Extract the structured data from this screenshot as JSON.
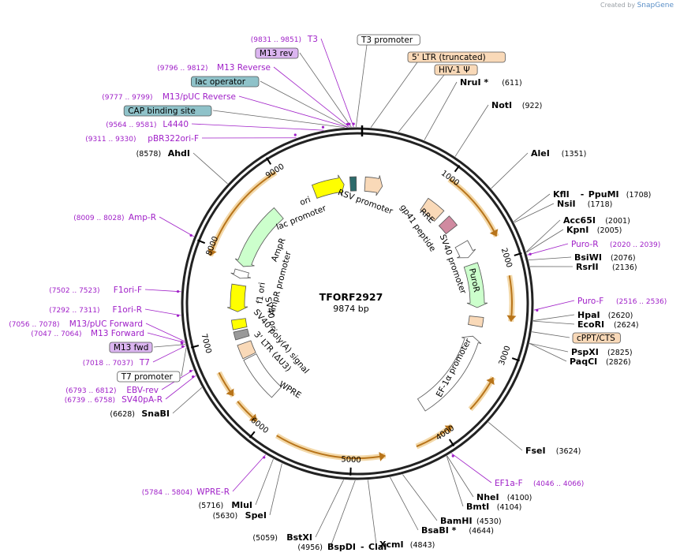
{
  "brand": {
    "created_by": "Created by",
    "name": "SnapGene"
  },
  "plasmid": {
    "name": "TFORF2927",
    "size_label": "9874 bp",
    "length": 9874
  },
  "colors": {
    "primer": "#a020c8",
    "orf": "#e8a33a",
    "promoter_fill": "#ffffff",
    "ltr_fill": "#f9d9b8",
    "amp_fill": "#ccffcc",
    "ori_fill": "#ffff00",
    "grey_fill": "#999999",
    "gp41_fill": "#d08aa0",
    "m13_fill": "#dbb5f0",
    "cap_fill": "#8fc2c9",
    "lac_op_fill": "#8fc2c9"
  },
  "ticks": [
    {
      "pos": 1000,
      "label": "1000"
    },
    {
      "pos": 2000,
      "label": "2000"
    },
    {
      "pos": 3000,
      "label": "3000"
    },
    {
      "pos": 4000,
      "label": "4000"
    },
    {
      "pos": 5000,
      "label": "5000"
    },
    {
      "pos": 6000,
      "label": "6000"
    },
    {
      "pos": 7000,
      "label": "7000"
    },
    {
      "pos": 8000,
      "label": "8000"
    },
    {
      "pos": 9000,
      "label": "9000"
    }
  ],
  "right_labels": [
    {
      "name": "NruI *",
      "pos": "(611)",
      "site": 611,
      "type": "enzyme"
    },
    {
      "name": "NotI",
      "pos": "(922)",
      "site": 922,
      "type": "enzyme"
    },
    {
      "name": "AleI",
      "pos": "(1351)",
      "site": 1351,
      "type": "enzyme"
    },
    {
      "name": "KflI",
      "extra": "PpuMI",
      "pos": "(1708)",
      "site": 1708,
      "type": "enzyme"
    },
    {
      "name": "NsiI",
      "pos": "(1718)",
      "site": 1718,
      "type": "enzyme"
    },
    {
      "name": "Acc65I",
      "pos": "(2001)",
      "site": 2001,
      "type": "enzyme"
    },
    {
      "name": "KpnI",
      "pos": "(2005)",
      "site": 2005,
      "type": "enzyme"
    },
    {
      "name": "Puro-R",
      "pos": "(2020 .. 2039)",
      "site": 2030,
      "type": "primer"
    },
    {
      "name": "BsiWI",
      "pos": "(2076)",
      "site": 2076,
      "type": "enzyme"
    },
    {
      "name": "RsrII",
      "pos": "(2136)",
      "site": 2136,
      "type": "enzyme"
    },
    {
      "name": "Puro-F",
      "pos": "(2516 .. 2536)",
      "site": 2526,
      "type": "primer"
    },
    {
      "name": "HpaI",
      "pos": "(2620)",
      "site": 2620,
      "type": "enzyme"
    },
    {
      "name": "EcoRI",
      "pos": "(2624)",
      "site": 2624,
      "type": "enzyme"
    },
    {
      "name": "cPPT/CTS",
      "site": 2720,
      "type": "feature"
    },
    {
      "name": "PspXI",
      "pos": "(2825)",
      "site": 2825,
      "type": "enzyme"
    },
    {
      "name": "PaqCI",
      "pos": "(2826)",
      "site": 2826,
      "type": "enzyme"
    },
    {
      "name": "FseI",
      "pos": "(3624)",
      "site": 3624,
      "type": "enzyme"
    },
    {
      "name": "EF1a-F",
      "pos": "(4046 .. 4066)",
      "site": 4056,
      "type": "primer"
    },
    {
      "name": "NheI",
      "pos": "(4100)",
      "site": 4100,
      "type": "enzyme"
    },
    {
      "name": "BmtI",
      "pos": "(4104)",
      "site": 4104,
      "type": "enzyme"
    },
    {
      "name": "BamHI",
      "pos": "(4530)",
      "site": 4530,
      "type": "enzyme"
    },
    {
      "name": "BsaBI *",
      "pos": "(4644)",
      "site": 4644,
      "type": "enzyme"
    },
    {
      "name": "XcmI",
      "pos": "(4843)",
      "site": 4843,
      "type": "enzyme"
    }
  ],
  "left_labels": [
    {
      "name": "T3",
      "pos": "(9831 .. 9851)",
      "site": 9841,
      "type": "primer"
    },
    {
      "name": "M13 rev",
      "site": 9820,
      "type": "feature_m13"
    },
    {
      "name": "M13 Reverse",
      "pos": "(9796 .. 9812)",
      "site": 9804,
      "type": "primer"
    },
    {
      "name": "lac operator",
      "site": 9790,
      "type": "feature_cap"
    },
    {
      "name": "M13/pUC Reverse",
      "pos": "(9777 .. 9799)",
      "site": 9788,
      "type": "primer"
    },
    {
      "name": "CAP binding site",
      "site": 9760,
      "type": "feature_cap"
    },
    {
      "name": "L4440",
      "pos": "(9564 .. 9581)",
      "site": 9572,
      "type": "primer"
    },
    {
      "name": "pBR322ori-F",
      "pos": "(9311 .. 9330)",
      "site": 9320,
      "type": "primer"
    },
    {
      "name": "AhdI",
      "pos": "(8578)",
      "site": 8578,
      "type": "enzyme"
    },
    {
      "name": "Amp-R",
      "pos": "(8009 .. 8028)",
      "site": 8018,
      "type": "primer"
    },
    {
      "name": "F1ori-F",
      "pos": "(7502 .. 7523)",
      "site": 7512,
      "type": "primer"
    },
    {
      "name": "F1ori-R",
      "pos": "(7292 .. 7311)",
      "site": 7301,
      "type": "primer"
    },
    {
      "name": "M13/pUC Forward",
      "pos": "(7056 .. 7078)",
      "site": 7067,
      "type": "primer"
    },
    {
      "name": "M13 Forward",
      "pos": "(7047 .. 7064)",
      "site": 7055,
      "type": "primer"
    },
    {
      "name": "M13 fwd",
      "site": 7040,
      "type": "feature_m13"
    },
    {
      "name": "T7",
      "pos": "(7018 .. 7037)",
      "site": 7027,
      "type": "primer"
    },
    {
      "name": "T7 promoter",
      "site": 7010,
      "type": "feature_plain"
    },
    {
      "name": "EBV-rev",
      "pos": "(6793 .. 6812)",
      "site": 6802,
      "type": "primer"
    },
    {
      "name": "SV40pA-R",
      "pos": "(6739 .. 6758)",
      "site": 6748,
      "type": "primer"
    },
    {
      "name": "SnaBI",
      "pos": "(6628)",
      "site": 6628,
      "type": "enzyme"
    },
    {
      "name": "WPRE-R",
      "pos": "(5784 .. 5804)",
      "site": 5794,
      "type": "primer"
    },
    {
      "name": "MluI",
      "pos": "(5716)",
      "site": 5716,
      "type": "enzyme"
    },
    {
      "name": "SpeI",
      "pos": "(5630)",
      "site": 5630,
      "type": "enzyme"
    },
    {
      "name": "BstXI",
      "pos": "(5059)",
      "site": 5059,
      "type": "enzyme"
    },
    {
      "name": "BspDI",
      "extra": "ClaI",
      "pos": "(4956)",
      "site": 4956,
      "type": "enzyme"
    }
  ],
  "top_features": [
    {
      "name": "T3 promoter",
      "site": 9862,
      "type": "feature_plain"
    },
    {
      "name": "5' LTR (truncated)",
      "site": 120,
      "type": "feature_ltr"
    },
    {
      "name": "HIV-1 Ψ",
      "site": 370,
      "type": "feature_ltr"
    }
  ],
  "inner_features": [
    {
      "name": "ori",
      "start": 9300,
      "end": 9700,
      "dir": 1,
      "ring": 1,
      "fill": "#ffff00"
    },
    {
      "name": "AmpR",
      "start": 7900,
      "end": 8750,
      "dir": -1,
      "ring": 1,
      "fill": "#ccffcc"
    },
    {
      "name": "AmpR promoter",
      "start": 7740,
      "end": 7840,
      "dir": -1,
      "ring": 1,
      "fill": "#ffffff"
    },
    {
      "name": "f1 ori",
      "start": 7300,
      "end": 7650,
      "dir": -1,
      "ring": 1,
      "fill": "#ffff00"
    },
    {
      "name": "SV40 ori",
      "start": 7080,
      "end": 7200,
      "dir": 0,
      "ring": 1,
      "fill": "#ffff00"
    },
    {
      "name": "grey",
      "start": 6950,
      "end": 7050,
      "dir": 0,
      "ring": 1,
      "fill": "#999999"
    },
    {
      "name": "3' LTR (ΔU3)",
      "start": 6700,
      "end": 6880,
      "dir": 0,
      "ring": 1,
      "fill": "#f9d9b8"
    },
    {
      "name": "WPRE",
      "start": 6100,
      "end": 6680,
      "dir": 0,
      "ring": 1,
      "fill": "#ffffff"
    },
    {
      "name": "RSV promoter",
      "start": 100,
      "end": 330,
      "dir": 1,
      "ring": 1,
      "fill": "#f9d9b8"
    },
    {
      "name": "RRE",
      "start": 930,
      "end": 1180,
      "dir": 0,
      "ring": 1,
      "fill": "#f9d9b8"
    },
    {
      "name": "gp41 peptide",
      "start": 1270,
      "end": 1420,
      "dir": 0,
      "ring": 1,
      "fill": "#d08aa0"
    },
    {
      "name": "SV40 promoter",
      "start": 1650,
      "end": 1850,
      "dir": 1,
      "ring": 1,
      "fill": "#ffffff"
    },
    {
      "name": "PuroR",
      "start": 1950,
      "end": 2520,
      "dir": 1,
      "ring": 1,
      "fill": "#ccffcc"
    },
    {
      "name": "cPPT",
      "start": 2640,
      "end": 2760,
      "dir": 0,
      "ring": 1,
      "fill": "#f9d9b8"
    },
    {
      "name": "EF-1α promoter",
      "start": 2900,
      "end": 4050,
      "dir": -1,
      "ring": 1,
      "fill": "#ffffff"
    },
    {
      "name": "lac promoter",
      "start": 9780,
      "end": 9860,
      "dir": 0,
      "ring": 1,
      "fill": "#2d6b6b"
    }
  ],
  "inner_labels": {
    "ori": "ori",
    "lac_promoter": "lac promoter",
    "rsv_promoter": "RSV promoter",
    "rre": "RRE",
    "gp41": "gp41 peptide",
    "sv40_promoter": "SV40 promoter",
    "puror": "PuroR",
    "ef1a": "EF-1α promoter",
    "ampr": "AmpR",
    "ampr_promoter": "AmpR promoter",
    "f1ori": "f1 ori",
    "sv40ori": "SV40 ori",
    "sv40polya": "SV40 poly(A) signal",
    "ltr3": "3' LTR (ΔU3)",
    "wpre": "WPRE"
  },
  "orfs": [
    {
      "start": 1000,
      "end": 1760,
      "dir": 1
    },
    {
      "start": 2180,
      "end": 2650,
      "dir": 1
    },
    {
      "start": 3250,
      "end": 3650,
      "dir": -1
    },
    {
      "start": 3900,
      "end": 4320,
      "dir": -1
    },
    {
      "start": 4650,
      "end": 5800,
      "dir": -1
    },
    {
      "start": 6050,
      "end": 6330,
      "dir": -1
    },
    {
      "start": 6400,
      "end": 6680,
      "dir": -1
    },
    {
      "start": 7900,
      "end": 9000,
      "dir": -1
    }
  ]
}
